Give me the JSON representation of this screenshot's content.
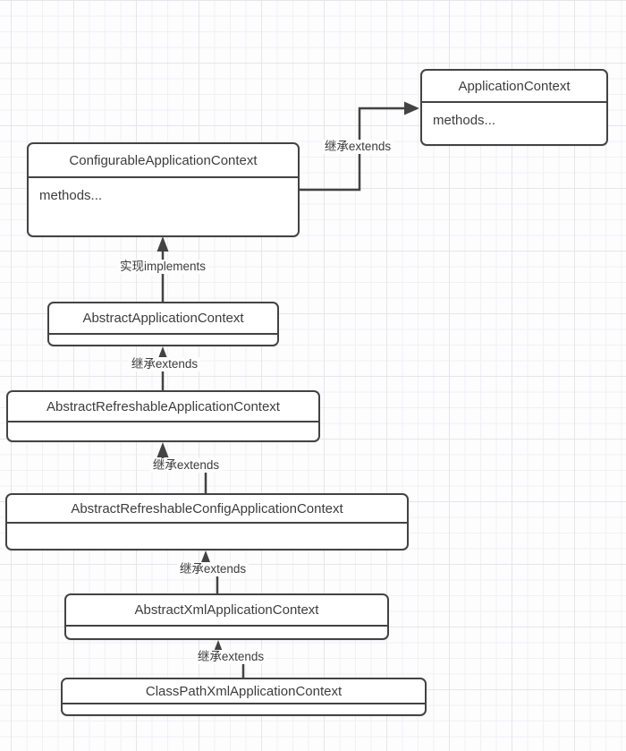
{
  "diagram": {
    "type": "uml-class-inheritance",
    "classes": [
      {
        "name": "ApplicationContext",
        "body": "methods..."
      },
      {
        "name": "ConfigurableApplicationContext",
        "body": "methods..."
      },
      {
        "name": "AbstractApplicationContext",
        "body": ""
      },
      {
        "name": "AbstractRefreshableApplicationContext",
        "body": ""
      },
      {
        "name": "AbstractRefreshableConfigApplicationContext",
        "body": ""
      },
      {
        "name": "AbstractXmlApplicationContext",
        "body": ""
      },
      {
        "name": "ClassPathXmlApplicationContext",
        "body": ""
      }
    ],
    "relations": [
      {
        "from": "ConfigurableApplicationContext",
        "to": "ApplicationContext",
        "type": "extends",
        "label": "继承extends"
      },
      {
        "from": "AbstractApplicationContext",
        "to": "ConfigurableApplicationContext",
        "type": "implements",
        "label": "实现implements"
      },
      {
        "from": "AbstractRefreshableApplicationContext",
        "to": "AbstractApplicationContext",
        "type": "extends",
        "label": "继承extends"
      },
      {
        "from": "AbstractRefreshableConfigApplicationContext",
        "to": "AbstractRefreshableApplicationContext",
        "type": "extends",
        "label": "继承extends"
      },
      {
        "from": "AbstractXmlApplicationContext",
        "to": "AbstractRefreshableConfigApplicationContext",
        "type": "extends",
        "label": "继承extends"
      },
      {
        "from": "ClassPathXmlApplicationContext",
        "to": "AbstractXmlApplicationContext",
        "type": "extends",
        "label": "继承extends"
      }
    ],
    "colors": {
      "line": "#434343",
      "box_border": "#434343",
      "box_fill": "#ffffff",
      "text": "#3d3d3d",
      "grid_minor": "#f1f1f4",
      "grid_major": "#e6e6ea",
      "background": "#fdfdfe"
    }
  }
}
